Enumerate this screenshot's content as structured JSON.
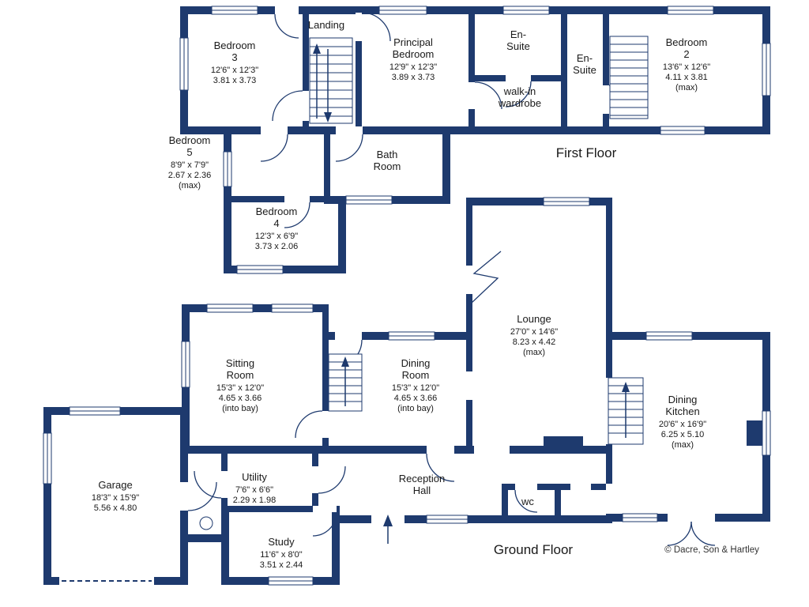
{
  "plan": {
    "wall_color": "#1e3a6e",
    "background_color": "#ffffff",
    "text_color": "#1a1a1a"
  },
  "first_floor": {
    "title": "First Floor",
    "rooms": {
      "bedroom_3": {
        "name": [
          "Bedroom",
          "3"
        ],
        "imperial": "12'6\" x 12'3\"",
        "metric": "3.81 x 3.73"
      },
      "landing": {
        "name": [
          "Landing"
        ]
      },
      "principal_bedroom": {
        "name": [
          "Principal",
          "Bedroom"
        ],
        "imperial": "12'9\" x 12'3\"",
        "metric": "3.89 x 3.73"
      },
      "en_suite_1": {
        "name": [
          "En-",
          "Suite"
        ]
      },
      "walk_in_wardrobe": {
        "name": [
          "walk-in",
          "wardrobe"
        ]
      },
      "en_suite_2": {
        "name": [
          "En-",
          "Suite"
        ]
      },
      "bedroom_2": {
        "name": [
          "Bedroom",
          "2"
        ],
        "imperial": "13'6\" x 12'6\"",
        "metric": "4.11 x 3.81",
        "note": "(max)"
      },
      "bedroom_5": {
        "name": [
          "Bedroom",
          "5"
        ],
        "imperial": "8'9\" x 7'9\"",
        "metric": "2.67 x 2.36",
        "note": "(max)"
      },
      "bath_room": {
        "name": [
          "Bath",
          "Room"
        ]
      },
      "bedroom_4": {
        "name": [
          "Bedroom",
          "4"
        ],
        "imperial": "12'3\" x 6'9\"",
        "metric": "3.73 x 2.06"
      }
    }
  },
  "ground_floor": {
    "title": "Ground Floor",
    "copyright": "© Dacre, Son & Hartley",
    "rooms": {
      "sitting_room": {
        "name": [
          "Sitting",
          "Room"
        ],
        "imperial": "15'3\" x 12'0\"",
        "metric": "4.65 x 3.66",
        "note": "(into bay)"
      },
      "dining_room": {
        "name": [
          "Dining",
          "Room"
        ],
        "imperial": "15'3\" x 12'0\"",
        "metric": "4.65 x 3.66",
        "note": "(into bay)"
      },
      "lounge": {
        "name": [
          "Lounge"
        ],
        "imperial": "27'0\" x 14'6\"",
        "metric": "8.23 x 4.42",
        "note": "(max)"
      },
      "dining_kitchen": {
        "name": [
          "Dining",
          "Kitchen"
        ],
        "imperial": "20'6\" x 16'9\"",
        "metric": "6.25 x 5.10",
        "note": "(max)"
      },
      "garage": {
        "name": [
          "Garage"
        ],
        "imperial": "18'3\" x 15'9\"",
        "metric": "5.56 x 4.80"
      },
      "utility": {
        "name": [
          "Utility"
        ],
        "imperial": "7'6\" x 6'6\"",
        "metric": "2.29 x 1.98"
      },
      "reception_hall": {
        "name": [
          "Reception",
          "Hall"
        ]
      },
      "wc": {
        "name": [
          "wc"
        ]
      },
      "study": {
        "name": [
          "Study"
        ],
        "imperial": "11'6\" x 8'0\"",
        "metric": "3.51 x 2.44"
      }
    }
  }
}
